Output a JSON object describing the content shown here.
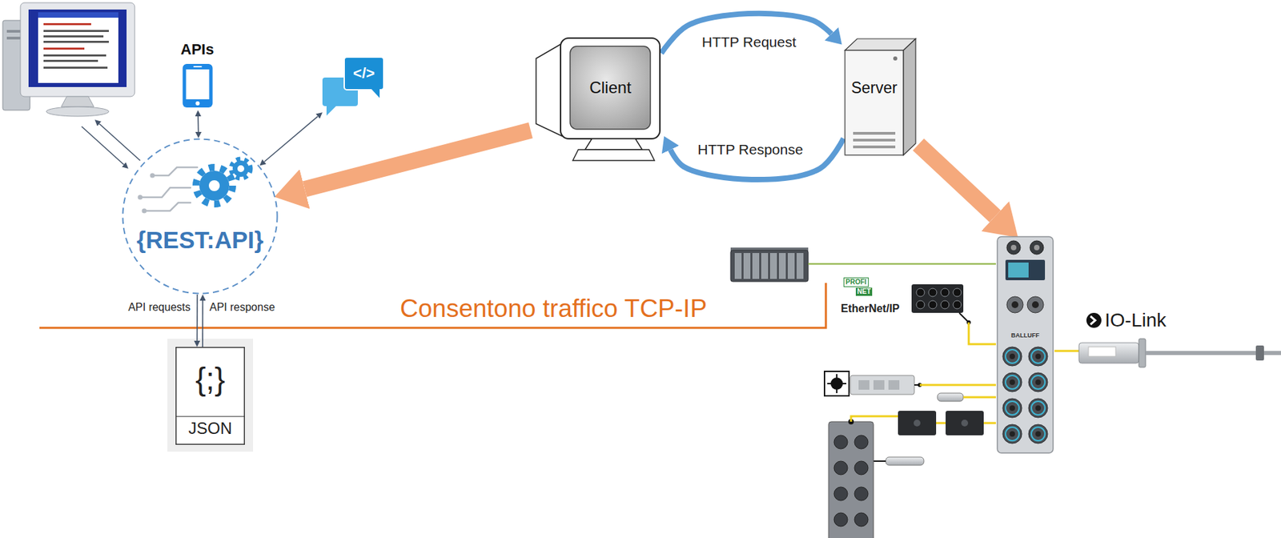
{
  "diagram": {
    "nodes": [
      {
        "text": [
          "APIs"
        ]
      },
      {
        "text": [
          "</>"
        ]
      },
      {
        "text": [
          "Client"
        ]
      },
      {
        "text": [
          "Server"
        ]
      },
      {
        "text": [
          "{REST:API}"
        ]
      },
      {
        "text": [
          "{;}",
          "JSON"
        ]
      },
      {
        "text": [
          "BALLUFF"
        ]
      }
    ],
    "edges": [
      {
        "from": 2,
        "to": 3,
        "label": "HTTP Request",
        "arrow": "to"
      },
      {
        "from": 3,
        "to": 2,
        "label": "HTTP Response",
        "arrow": "to"
      },
      {
        "from": 0,
        "to": 4,
        "arrow": "both"
      },
      {
        "from": 1,
        "to": 4,
        "arrow": "both"
      },
      {
        "from": 2,
        "to": 4,
        "arrow": "to"
      },
      {
        "from": 4,
        "to": 5,
        "label": "API requests",
        "arrow": "to"
      },
      {
        "from": 5,
        "to": 4,
        "label": "API response",
        "arrow": "to"
      },
      {
        "from": 3,
        "to": 6,
        "arrow": "to"
      }
    ],
    "labels": [
      "Consentono traffico TCP-IP",
      "PROFI",
      "NET",
      "EtherNet/IP",
      "IO-Link"
    ]
  }
}
